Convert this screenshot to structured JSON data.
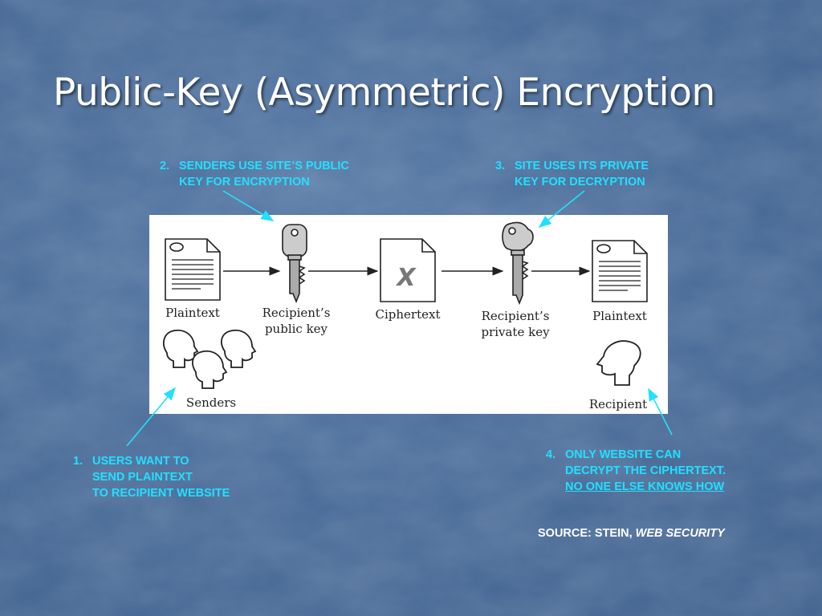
{
  "slide": {
    "title": "Public-Key (Asymmetric) Encryption",
    "accent_color": "#22e0ff",
    "title_color": "#ffffff",
    "background_color": "#4a6d9a"
  },
  "notes": {
    "note1": {
      "number": "1.",
      "lines": [
        "USERS WANT TO",
        "SEND PLAINTEXT",
        "TO RECIPIENT WEBSITE"
      ]
    },
    "note2": {
      "number": "2.",
      "lines": [
        "SENDERS USE SITE’S PUBLIC",
        "KEY FOR ENCRYPTION"
      ]
    },
    "note3": {
      "number": "3.",
      "lines": [
        "SITE USES ITS PRIVATE",
        "KEY FOR DECRYPTION"
      ]
    },
    "note4": {
      "number": "4.",
      "lines": [
        "ONLY WEBSITE CAN",
        "DECRYPT THE CIPHERTEXT."
      ],
      "underlined_line": "NO ONE ELSE KNOWS HOW"
    }
  },
  "source": {
    "prefix": "SOURCE: STEIN,",
    "book": "WEB SECURITY"
  },
  "diagram": {
    "plaintext_left": "Plaintext",
    "public_key": [
      "Recipient’s",
      "public key"
    ],
    "ciphertext": "Ciphertext",
    "ciphertext_mark": "X",
    "private_key": [
      "Recipient’s",
      "private key"
    ],
    "plaintext_right": "Plaintext",
    "senders": "Senders",
    "recipient": "Recipient"
  }
}
